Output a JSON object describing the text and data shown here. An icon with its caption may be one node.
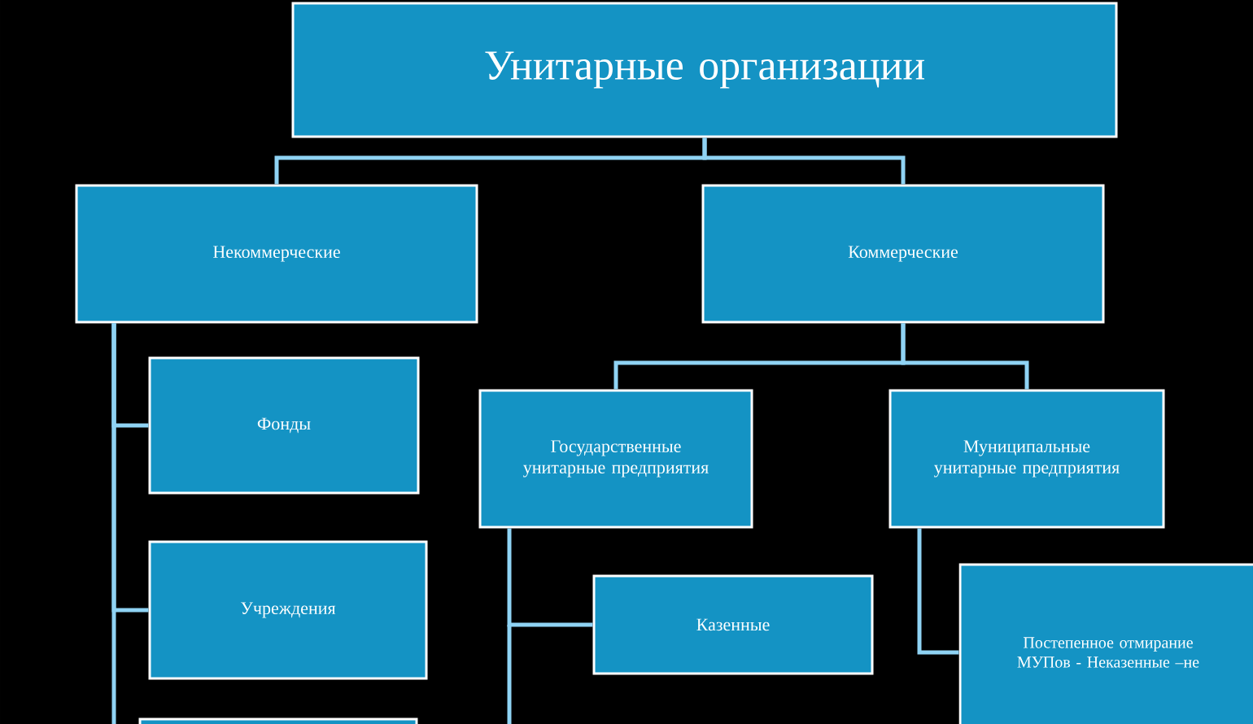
{
  "diagram": {
    "nodes": [
      {
        "text": [
          "Унитарные организации"
        ]
      },
      {
        "text": [
          "Некоммерческие"
        ]
      },
      {
        "text": [
          "Коммерческие"
        ]
      },
      {
        "text": [
          "Фонды"
        ]
      },
      {
        "text": [
          "Учреждения"
        ]
      },
      {
        "text": [],
        "shape": "box"
      },
      {
        "text": [
          "Государственные унитарные предприятия"
        ]
      },
      {
        "text": [
          "Муниципальные унитарные предприятия"
        ]
      },
      {
        "text": [
          "Казенные"
        ]
      },
      {
        "text": [
          "Постепенное отмирание МУПов - Неказенные –не"
        ]
      }
    ],
    "edges": [
      {
        "from": 0,
        "to": 1,
        "arrow": "none"
      },
      {
        "from": 0,
        "to": 2,
        "arrow": "none"
      },
      {
        "from": 1,
        "to": 3,
        "arrow": "none"
      },
      {
        "from": 1,
        "to": 4,
        "arrow": "none"
      },
      {
        "from": 1,
        "to": 5,
        "arrow": "none"
      },
      {
        "from": 2,
        "to": 6,
        "arrow": "none"
      },
      {
        "from": 2,
        "to": 7,
        "arrow": "none"
      },
      {
        "from": 6,
        "to": 8,
        "arrow": "none"
      },
      {
        "from": 7,
        "to": 9,
        "arrow": "none"
      }
    ]
  }
}
